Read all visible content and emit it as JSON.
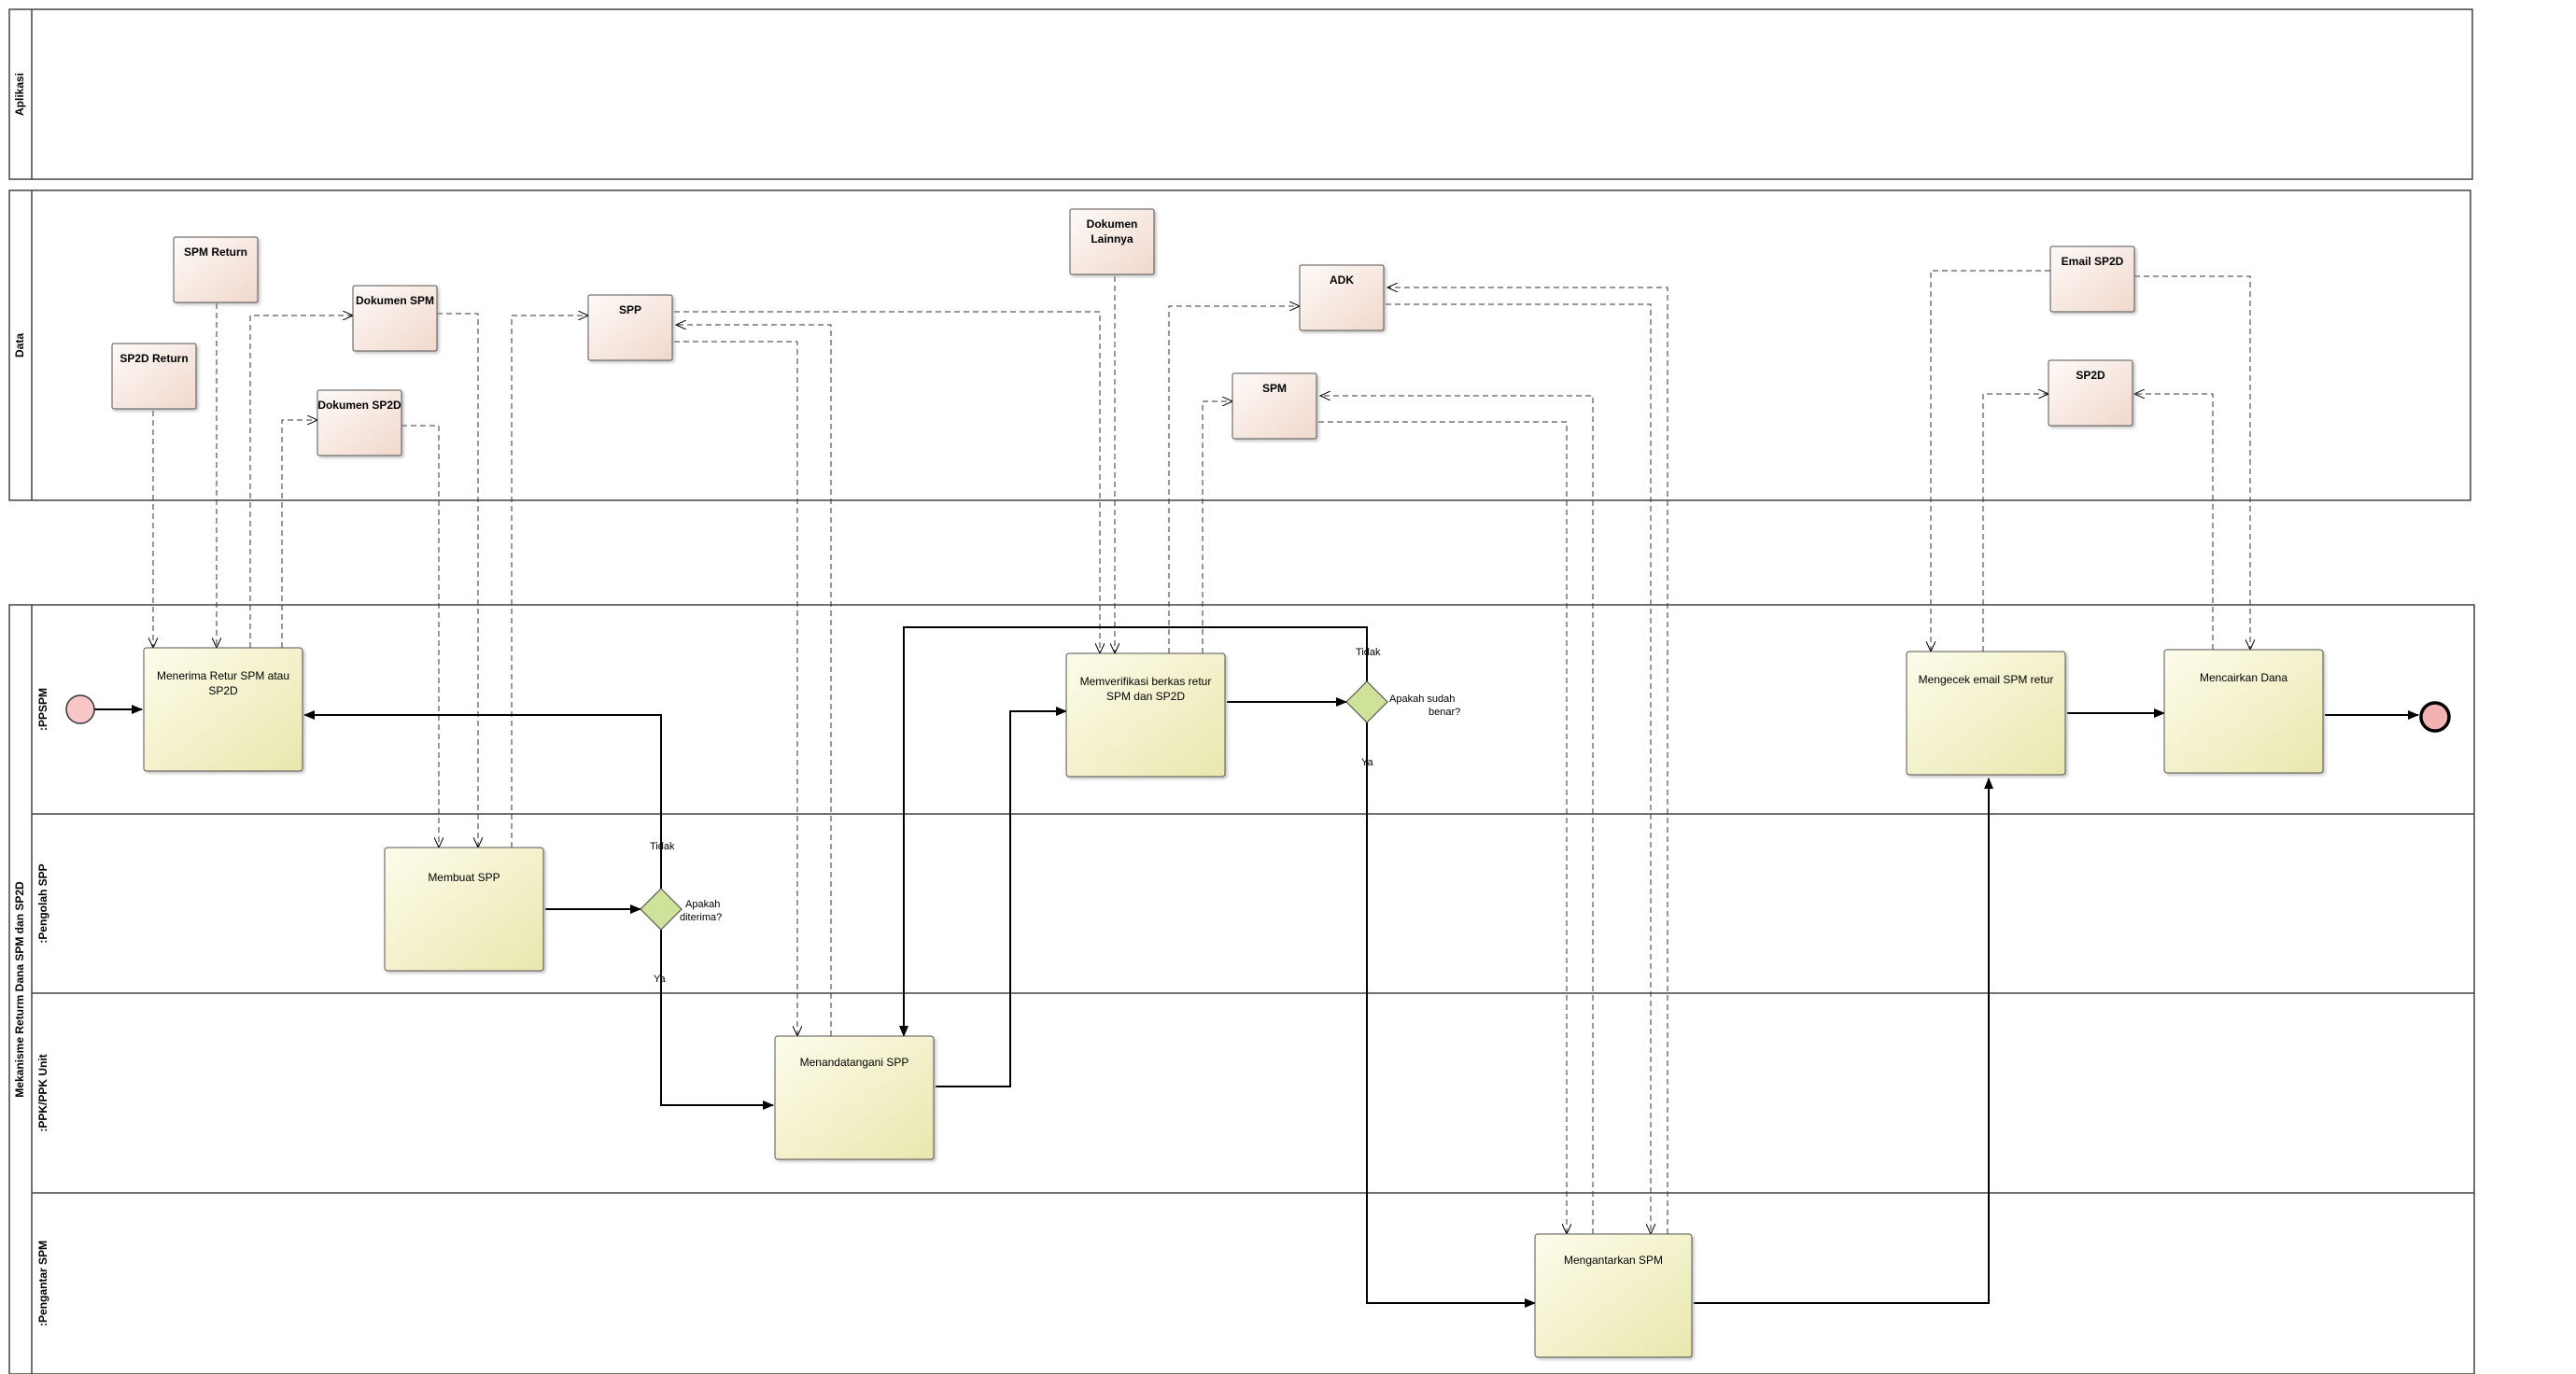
{
  "lanes": {
    "aplikasi": "Aplikasi",
    "data": "Data",
    "pool": "Mekanisme Returm Dana SPM dan SP2D",
    "ppspm": ":PPSPM",
    "pengolah": ":Pengolah SPP",
    "ppk": ":PPK/PPK Unit",
    "pengantar": ":Pengantar SPM"
  },
  "data_objects": {
    "spm_return": "SPM Return",
    "sp2d_return": "SP2D Return",
    "dokumen_spm": "Dokumen SPM",
    "dokumen_sp2d": "Dokumen SP2D",
    "spp": "SPP",
    "dokumen_lainnya_1": "Dokumen",
    "dokumen_lainnya_2": "Lainnya",
    "adk": "ADK",
    "spm": "SPM",
    "email_sp2d": "Email SP2D",
    "sp2d": "SP2D"
  },
  "tasks": {
    "menerima_1": "Menerima Retur SPM atau",
    "menerima_2": "SP2D",
    "membuat": "Membuat SPP",
    "menandatangani": "Menandatangani SPP",
    "memverifikasi_1": "Memverifikasi berkas retur",
    "memverifikasi_2": "SPM dan SP2D",
    "mengantarkan": "Mengantarkan SPM",
    "mengecek": "Mengecek email SPM retur",
    "mencairkan": "Mencairkan Dana"
  },
  "gateways": {
    "g1_1": "Apakah",
    "g1_2": "diterima?",
    "g2_1": "Apakah sudah",
    "g2_2": "benar?",
    "tidak": "Tidak",
    "ya": "Ya"
  },
  "colors": {
    "task_fill_light": "#fcfbe3",
    "task_fill_dark": "#ecebb4",
    "data_fill_light": "#fdf6f2",
    "data_fill_dark": "#f2dcd2",
    "gateway": "#cfe29a",
    "start": "#f8c6c6",
    "end": "#f3b2b2"
  }
}
